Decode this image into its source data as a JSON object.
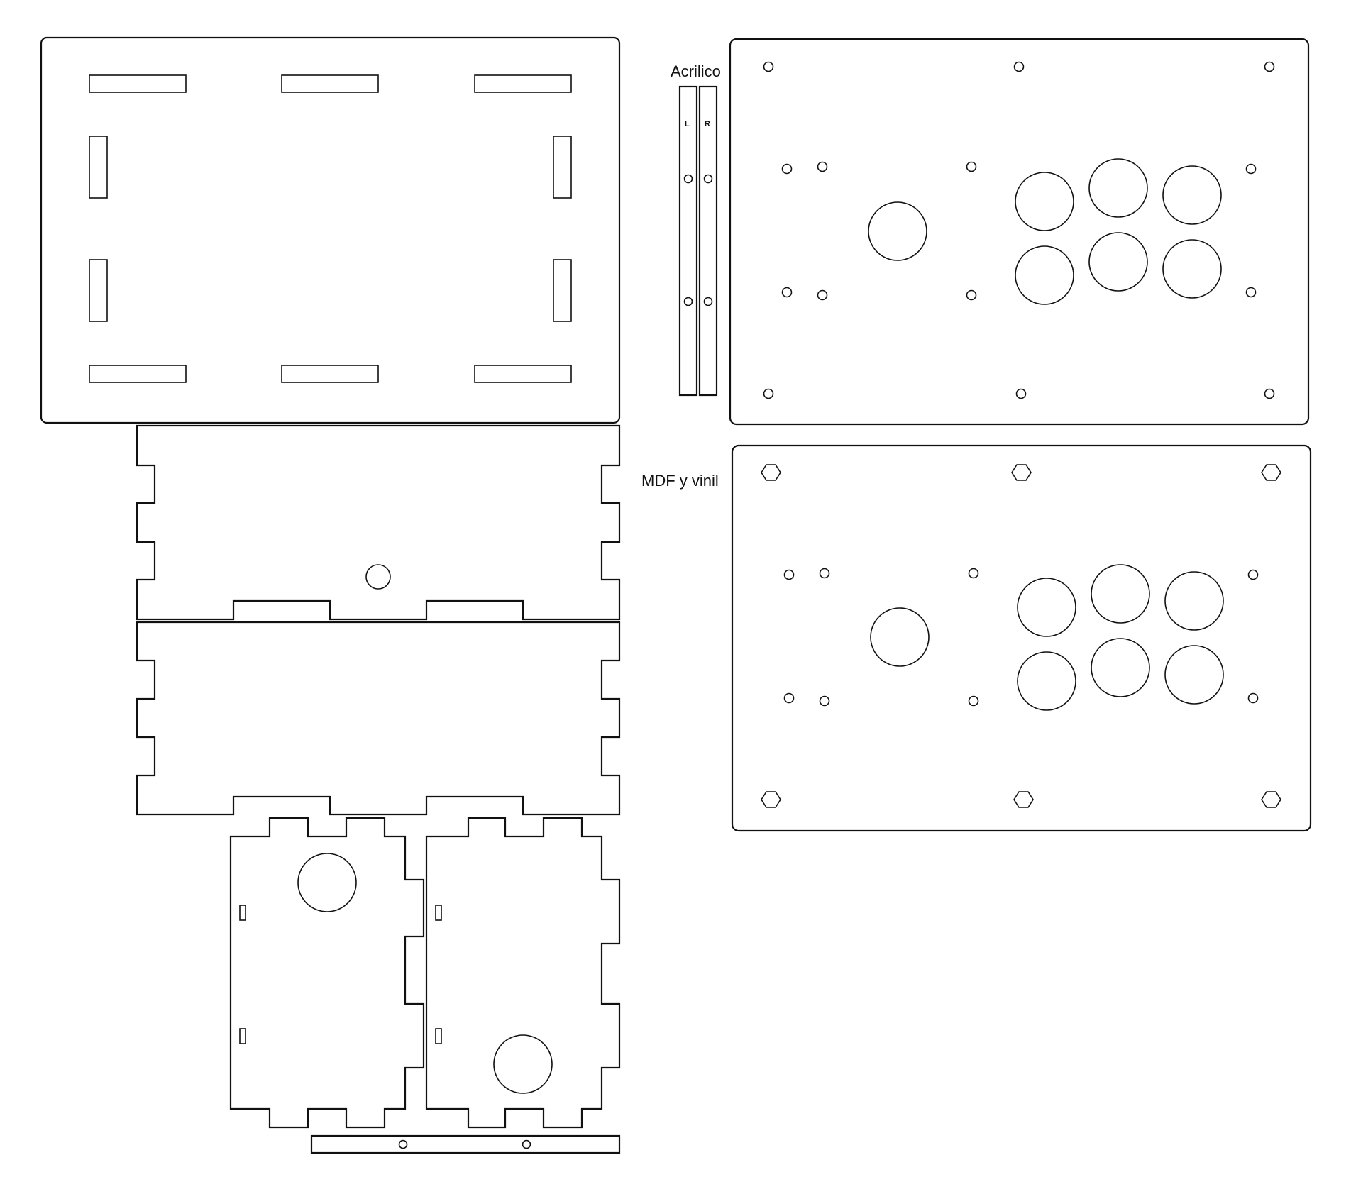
{
  "labels": {
    "acrylic": "Acrilico",
    "mdf": "MDF y vinil",
    "strip_left": "L",
    "strip_right": "R"
  },
  "colors": {
    "stroke": "#111111",
    "background": "#ffffff"
  }
}
